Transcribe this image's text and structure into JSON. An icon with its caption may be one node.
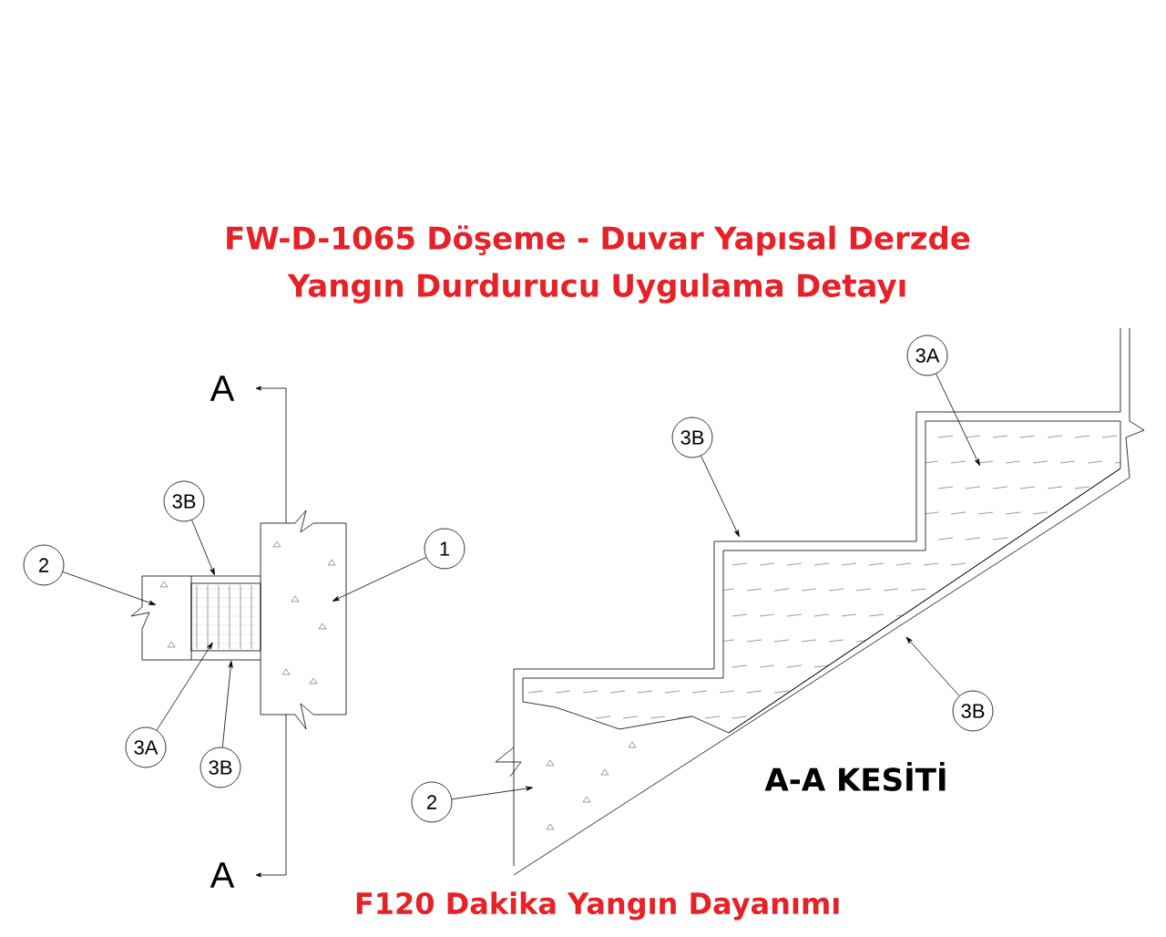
{
  "diagram": {
    "title": "FW-D-1065 Döşeme - Duvar Yapısal Derzde Yangın Durdurucu Uygulama Detayı",
    "caption": "F120 Dakika Yangın Dayanımı",
    "nodes": [
      {
        "text": [
          "3B"
        ]
      },
      {
        "text": [
          "2"
        ]
      },
      {
        "text": [
          "1"
        ]
      },
      {
        "text": [
          "3A"
        ]
      },
      {
        "text": [
          "3B"
        ]
      },
      {
        "text": [
          "3A"
        ]
      },
      {
        "text": [
          "3B"
        ]
      },
      {
        "text": [
          "3B"
        ]
      },
      {
        "text": [
          "2"
        ]
      }
    ],
    "edges": [
      {
        "from": 0,
        "to": null,
        "arrow": "to"
      },
      {
        "from": 1,
        "to": null,
        "arrow": "to"
      },
      {
        "from": 2,
        "to": null,
        "arrow": "to"
      },
      {
        "from": 3,
        "to": null,
        "arrow": "to"
      },
      {
        "from": 4,
        "to": null,
        "arrow": "to"
      },
      {
        "from": 5,
        "to": null,
        "arrow": "to"
      },
      {
        "from": 6,
        "to": null,
        "arrow": "to"
      },
      {
        "from": 7,
        "to": null,
        "arrow": "to"
      },
      {
        "from": 8,
        "to": null,
        "arrow": "to"
      }
    ],
    "labels": [
      "A",
      "A",
      "A-A KESİTİ"
    ]
  }
}
